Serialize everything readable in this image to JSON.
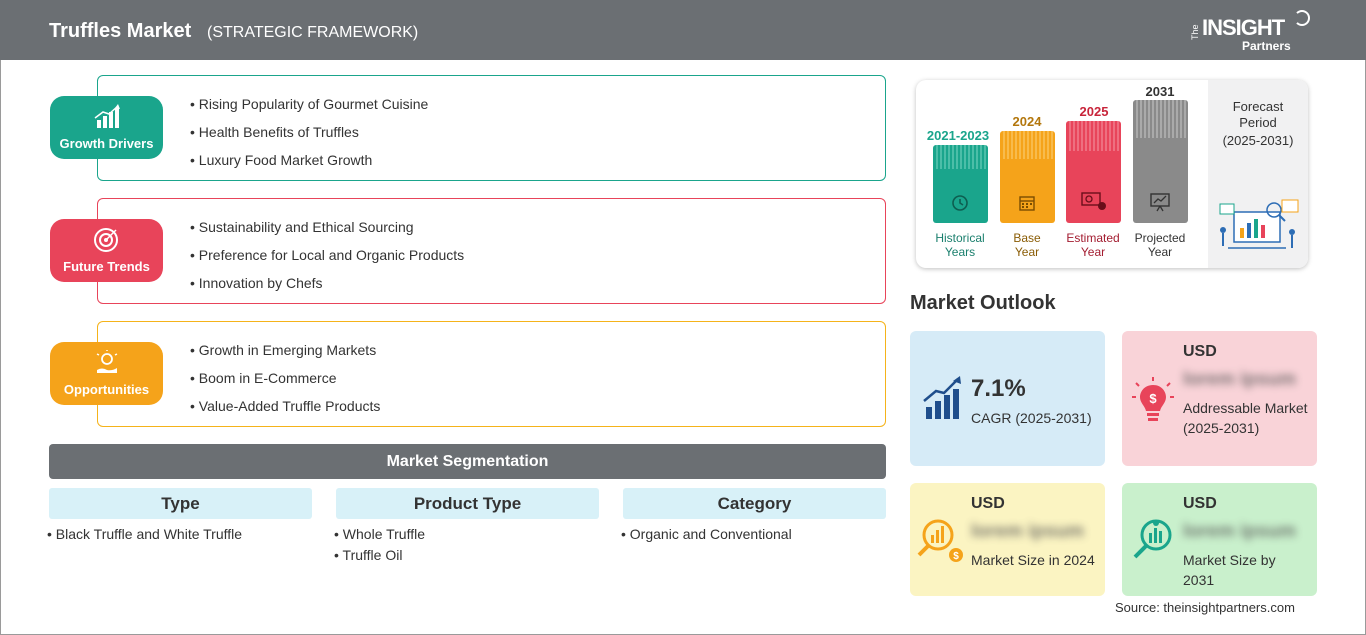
{
  "header": {
    "title": "Truffles Market",
    "subtitle": "(STRATEGIC FRAMEWORK)",
    "logo": {
      "the": "The",
      "insight": "INSIGHT",
      "partners": "Partners"
    }
  },
  "sections": [
    {
      "label": "Growth Drivers",
      "icon": "growth-chart-icon",
      "color": "#1aa58c",
      "items": [
        "Rising Popularity of Gourmet Cuisine",
        "Health Benefits of Truffles",
        "Luxury Food Market Growth"
      ]
    },
    {
      "label": "Future Trends",
      "icon": "target-icon",
      "color": "#e8445a",
      "items": [
        "Sustainability and Ethical Sourcing",
        "Preference for Local and Organic Products",
        "Innovation by Chefs"
      ]
    },
    {
      "label": "Opportunities",
      "icon": "lightbulb-hand-icon",
      "color": "#f5a31a",
      "items": [
        "Growth in Emerging Markets",
        "Boom in E-Commerce",
        "Value-Added Truffle Products"
      ]
    }
  ],
  "segmentation": {
    "title": "Market Segmentation",
    "columns": [
      {
        "heading": "Type",
        "items": [
          "Black Truffle and White Truffle"
        ]
      },
      {
        "heading": "Product Type",
        "items": [
          "Whole Truffle",
          "Truffle Oil"
        ]
      },
      {
        "heading": "Category",
        "items": [
          "Organic and Conventional"
        ]
      }
    ]
  },
  "timeline": {
    "bars": [
      {
        "year": "2021-2023",
        "label_line1": "Historical",
        "label_line2": "Years",
        "color": "#1aa58c",
        "icon": "history-clock-icon"
      },
      {
        "year": "2024",
        "label_line1": "Base",
        "label_line2": "Year",
        "color": "#f5a31a",
        "icon": "calendar-icon"
      },
      {
        "year": "2025",
        "label_line1": "Estimated",
        "label_line2": "Year",
        "color": "#e8445a",
        "icon": "gears-icon"
      },
      {
        "year": "2031",
        "label_line1": "Projected",
        "label_line2": "Year",
        "color": "#8a8a8a",
        "icon": "presentation-chart-icon"
      }
    ],
    "forecast": {
      "line1": "Forecast",
      "line2": "Period",
      "line3": "(2025-2031)"
    }
  },
  "outlook": {
    "title": "Market Outlook",
    "cagr": {
      "value": "7.1%",
      "label": "CAGR (2025-2031)",
      "color": "#d6ebf7",
      "icon": "rising-bars-icon"
    },
    "addressable": {
      "usd": "USD",
      "value": "lorem ipsum",
      "label": "Addressable Market (2025-2031)",
      "color": "#f9d3d8",
      "icon": "lightbulb-dollar-icon"
    },
    "size2024": {
      "usd": "USD",
      "value": "lorem ipsum",
      "label": "Market Size in 2024",
      "color": "#fbf4c2",
      "icon": "magnifier-chart-icon"
    },
    "size2031": {
      "usd": "USD",
      "value": "lorem ipsum",
      "label": "Market Size by 2031",
      "color": "#c9f0cc",
      "icon": "magnifier-bars-icon"
    }
  },
  "source": "Source: theinsightpartners.com"
}
